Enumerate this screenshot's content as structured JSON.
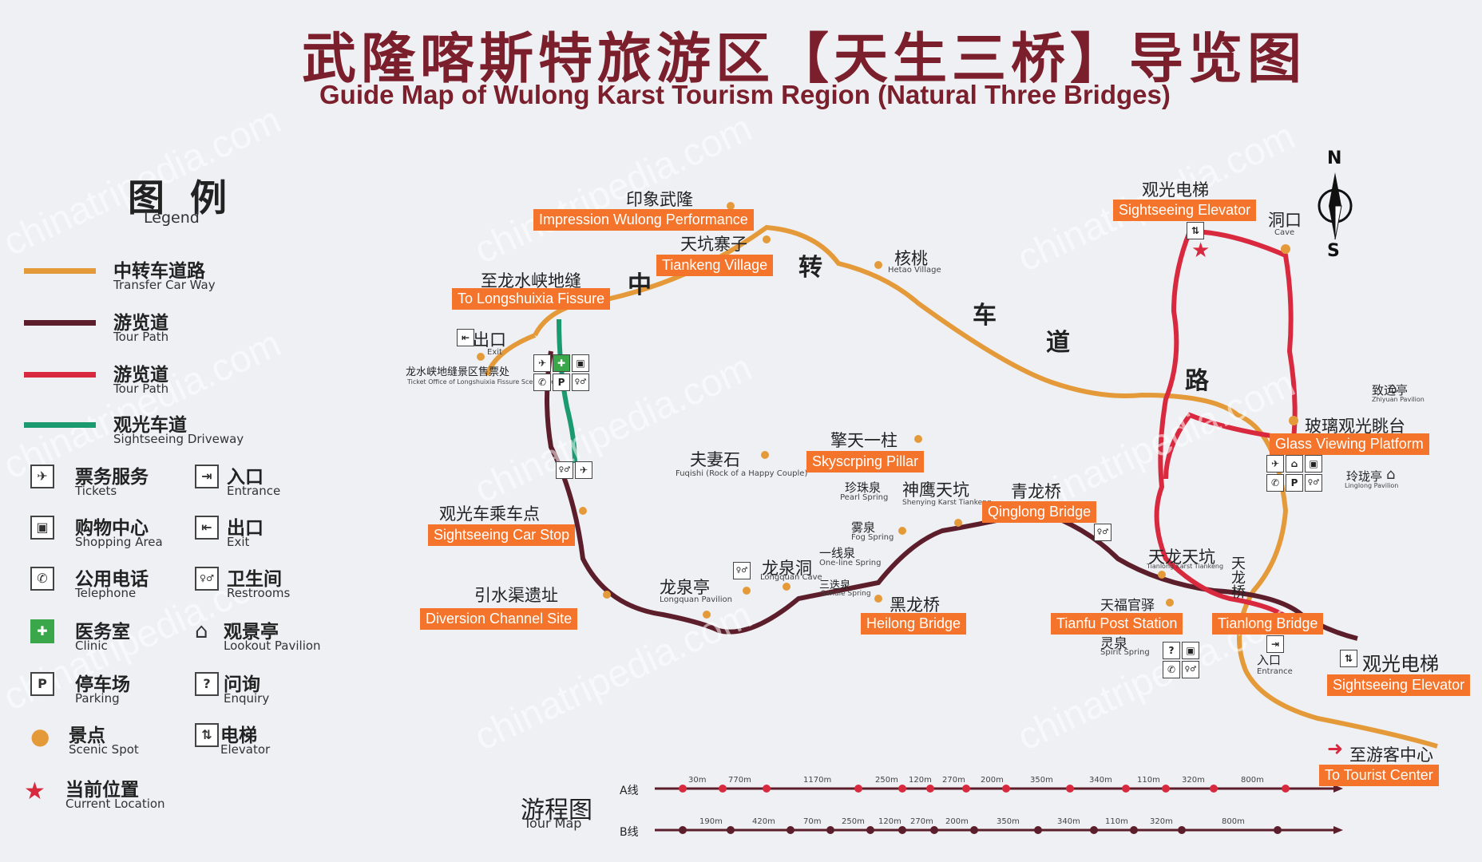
{
  "header": {
    "title_cn": "武隆喀斯特旅游区【天生三桥】导览图",
    "title_en": "Guide Map of Wulong Karst Tourism Region (Natural Three Bridges)"
  },
  "watermark": "chinatripedia.com",
  "legend": {
    "title_cn": "图 例",
    "title_en": "Legend",
    "routes": [
      {
        "cn": "中转车道路",
        "en": "Transfer Car Way",
        "color": "#e59a3a"
      },
      {
        "cn": "游览道",
        "en": "Tour Path",
        "color": "#5c1e2a"
      },
      {
        "cn": "游览道",
        "en": "Tour Path",
        "color": "#d8293f"
      },
      {
        "cn": "观光车道",
        "en": "Sightseeing Driveway",
        "color": "#1a9a6e"
      }
    ],
    "icons_left": [
      {
        "cn": "票务服务",
        "en": "Tickets",
        "icon": "ticket-icon",
        "glyph": "✈"
      },
      {
        "cn": "购物中心",
        "en": "Shopping Area",
        "icon": "shopping-icon",
        "glyph": "▣"
      },
      {
        "cn": "公用电话",
        "en": "Telephone",
        "icon": "telephone-icon",
        "glyph": "✆"
      },
      {
        "cn": "医务室",
        "en": "Clinic",
        "icon": "clinic-icon",
        "glyph": "✚"
      },
      {
        "cn": "停车场",
        "en": "Parking",
        "icon": "parking-icon",
        "glyph": "P"
      },
      {
        "cn": "景点",
        "en": "Scenic Spot",
        "icon": "scenic-spot-icon",
        "glyph": "●"
      },
      {
        "cn": "当前位置",
        "en": "Current Location",
        "icon": "current-location-icon",
        "glyph": "★"
      }
    ],
    "icons_right": [
      {
        "cn": "入口",
        "en": "Entrance",
        "icon": "entrance-icon",
        "glyph": "⇥"
      },
      {
        "cn": "出口",
        "en": "Exit",
        "icon": "exit-icon",
        "glyph": "⇤"
      },
      {
        "cn": "卫生间",
        "en": "Restrooms",
        "icon": "restroom-icon",
        "glyph": "♀♂"
      },
      {
        "cn": "观景亭",
        "en": "Lookout Pavilion",
        "icon": "pavilion-icon",
        "glyph": "⌂"
      },
      {
        "cn": "问询",
        "en": "Enquiry",
        "icon": "enquiry-icon",
        "glyph": "?"
      },
      {
        "cn": "电梯",
        "en": "Elevator",
        "icon": "elevator-icon",
        "glyph": "⇅"
      }
    ]
  },
  "places": [
    {
      "id": "impression-wulong",
      "cn": "印象武隆",
      "en_tag": "Impression Wulong Performance"
    },
    {
      "id": "tiankeng-village",
      "cn": "天坑寨子",
      "en_tag": "Tiankeng Village"
    },
    {
      "id": "longshuixia",
      "cn": "至龙水峡地缝",
      "en_tag": "To Longshuixia Fissure"
    },
    {
      "id": "hetao-village",
      "cn": "核桃",
      "en": "Hetao Village"
    },
    {
      "id": "exit",
      "cn": "出口",
      "en": "Exit"
    },
    {
      "id": "ticket-office",
      "cn": "龙水峡地缝景区售票处",
      "en": "Ticket Office of Longshuixia Fissure Scenic Area"
    },
    {
      "id": "sightseeing-elevator-top",
      "cn": "观光电梯",
      "en_tag": "Sightseeing Elevator"
    },
    {
      "id": "cave",
      "cn": "洞口",
      "en": "Cave"
    },
    {
      "id": "zhiyuan-pavilion",
      "cn": "致远亭",
      "en": "Zhiyuan Pavilion"
    },
    {
      "id": "glass-platform",
      "cn": "玻璃观光眺台",
      "en_tag": "Glass Viewing Platform"
    },
    {
      "id": "linglong-pavilion",
      "cn": "玲珑亭",
      "en": "Linglong Pavilion"
    },
    {
      "id": "fuqishi",
      "cn": "夫妻石",
      "en": "Fuqishi (Rock of a Happy Couple)"
    },
    {
      "id": "skyscraping-pillar",
      "cn": "擎天一柱",
      "en_tag": "Skyscrping Pillar"
    },
    {
      "id": "pearl-spring",
      "cn": "珍珠泉",
      "en": "Pearl Spring"
    },
    {
      "id": "shenying-tiankeng",
      "cn": "神鹰天坑",
      "en": "Shenying Karst Tiankeng"
    },
    {
      "id": "qinglong-bridge",
      "cn": "青龙桥",
      "en_tag": "Qinglong Bridge"
    },
    {
      "id": "car-stop",
      "cn": "观光车乘车点",
      "en_tag": "Sightseeing Car Stop"
    },
    {
      "id": "fog-spring",
      "cn": "雾泉",
      "en": "Fog Spring"
    },
    {
      "id": "one-line-spring",
      "cn": "一线泉",
      "en": "One-line Spring"
    },
    {
      "id": "longquan-cave",
      "cn": "龙泉洞",
      "en": "Longquan Cave"
    },
    {
      "id": "sandie-spring",
      "cn": "三迭泉",
      "en": "Sandie Spring"
    },
    {
      "id": "tianlong-tiankeng",
      "cn": "天龙天坑",
      "en": "Tianlong Karst Tiankeng"
    },
    {
      "id": "diversion-channel",
      "cn": "引水渠遗址",
      "en_tag": "Diversion Channel Site"
    },
    {
      "id": "longquan-pavilion",
      "cn": "龙泉亭",
      "en": "Longquan Pavilion"
    },
    {
      "id": "heilong-bridge",
      "cn": "黑龙桥",
      "en_tag": "Heilong Bridge"
    },
    {
      "id": "tianfu-post",
      "cn": "天福官驿",
      "en_tag": "Tianfu Post Station"
    },
    {
      "id": "tianlong-bridge",
      "cn": "天龙桥",
      "en_tag": "Tianlong Bridge"
    },
    {
      "id": "spirit-spring",
      "cn": "灵泉",
      "en": "Spirit Spring"
    },
    {
      "id": "entrance",
      "cn": "入口",
      "en": "Entrance"
    },
    {
      "id": "sightseeing-elevator-right",
      "cn": "观光电梯",
      "en_tag": "Sightseeing Elevator"
    },
    {
      "id": "tourist-center",
      "cn": "至游客中心",
      "en_tag": "To Tourist Center"
    }
  ],
  "road_label_chars": [
    "中",
    "转",
    "车",
    "道",
    "路"
  ],
  "compass": {
    "north": "N",
    "south": "S"
  },
  "tour_map": {
    "title_cn": "游程图",
    "title_en": "Tour Map",
    "line_a": "A线",
    "line_b": "B线",
    "a_distances": [
      "30m",
      "770m",
      "1170m",
      "250m",
      "120m",
      "270m",
      "200m",
      "350m",
      "340m",
      "110m",
      "320m",
      "800m"
    ],
    "b_distances": [
      "190m",
      "420m",
      "70m",
      "250m",
      "120m",
      "270m",
      "200m",
      "350m",
      "340m",
      "110m",
      "320m",
      "800m"
    ]
  },
  "colors": {
    "transfer_road": "#e59a3a",
    "tour_path_dark": "#5c1e2a",
    "tour_path_red": "#d8293f",
    "sightseeing_drive": "#1a9a6e",
    "tag_bg": "#f3742a",
    "title": "#7a1f2b"
  }
}
